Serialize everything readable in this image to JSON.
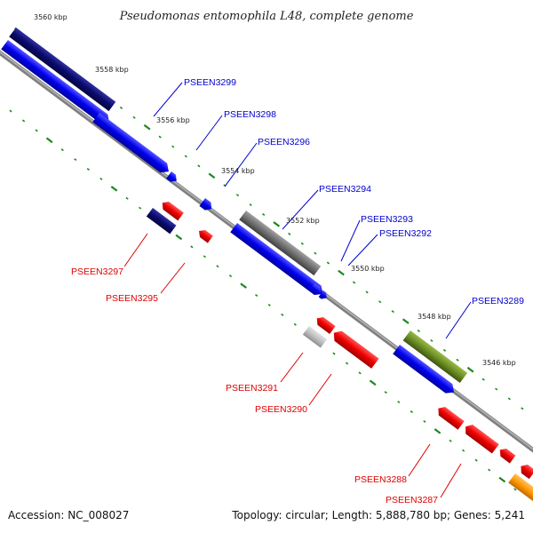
{
  "title": "Pseudomonas entomophila L48, complete genome",
  "footer": {
    "accession": "Accession: NC_008027",
    "summary": "Topology: circular; Length: 5,888,780 bp; Genes: 5,241"
  },
  "colors": {
    "backbone": "#808080",
    "ticks": "#1a8a1a",
    "forward_label": "#0000cc",
    "reverse_label": "#dd0000"
  },
  "scale_labels": [
    "3560 kbp",
    "3558 kbp",
    "3556 kbp",
    "3554 kbp",
    "3552 kbp",
    "3550 kbp",
    "3548 kbp",
    "3546 kbp"
  ],
  "genes": [
    {
      "id": "PSEEN3299",
      "strand": "forward",
      "color": "#0000ee",
      "labelled": true
    },
    {
      "id": "PSEEN3298",
      "strand": "forward",
      "color": "#0000ee",
      "labelled": true
    },
    {
      "id": "PSEEN3296",
      "strand": "forward",
      "color": "#0000ee",
      "labelled": true
    },
    {
      "id": "PSEEN3294",
      "strand": "forward",
      "color": "#0000ee",
      "labelled": true
    },
    {
      "id": "PSEEN3293",
      "strand": "forward",
      "color": "#0000ee",
      "labelled": true
    },
    {
      "id": "PSEEN3292",
      "strand": "forward",
      "color": "#0000ee",
      "labelled": true
    },
    {
      "id": "PSEEN3289",
      "strand": "forward",
      "color": "#0000ee",
      "labelled": true
    },
    {
      "id": "PSEEN3297",
      "strand": "reverse",
      "color": "#ee0000",
      "labelled": true
    },
    {
      "id": "PSEEN3295",
      "strand": "reverse",
      "color": "#ee0000",
      "labelled": true
    },
    {
      "id": "PSEEN3291",
      "strand": "reverse",
      "color": "#ee0000",
      "labelled": true
    },
    {
      "id": "PSEEN3290",
      "strand": "reverse",
      "color": "#ee0000",
      "labelled": true
    },
    {
      "id": "PSEEN3288",
      "strand": "reverse",
      "color": "#ee0000",
      "labelled": true
    },
    {
      "id": "PSEEN3287",
      "strand": "reverse",
      "color": "#ee0000",
      "labelled": true
    },
    {
      "id": "cog-navy-1",
      "strand": "forward",
      "color": "#0a0a6e",
      "labelled": false
    },
    {
      "id": "cog-navy-2",
      "strand": "reverse",
      "color": "#0a0a6e",
      "labelled": false
    },
    {
      "id": "cog-gray",
      "strand": "forward",
      "color": "#707070",
      "labelled": false
    },
    {
      "id": "cog-lightgray",
      "strand": "reverse",
      "color": "#c0c0c0",
      "labelled": false
    },
    {
      "id": "cog-olive",
      "strand": "forward",
      "color": "#6b8e23",
      "labelled": false
    },
    {
      "id": "cog-orange",
      "strand": "reverse",
      "color": "#ff9900",
      "labelled": false
    }
  ]
}
